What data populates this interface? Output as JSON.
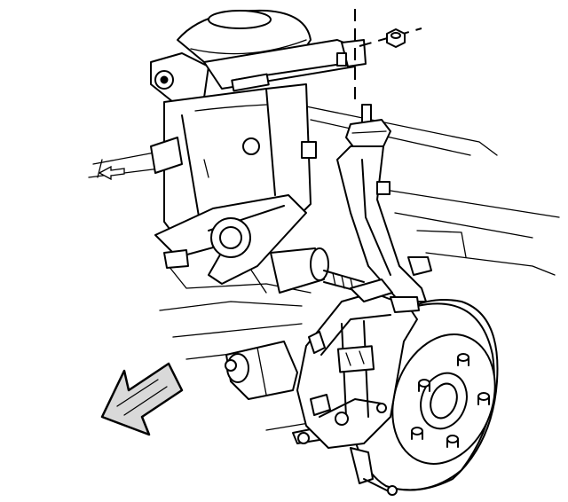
{
  "figure": {
    "components": [
      "frame-rail",
      "upper-control-arm",
      "steering-knuckle",
      "brake-rotor",
      "brake-caliper",
      "wheel-hub",
      "drive-axle",
      "lower-control-arm",
      "ball-joint",
      "nut"
    ],
    "direction_arrow": "forward-arrow-icon",
    "colors": {
      "line": "#000000",
      "background": "#ffffff",
      "arrow_fill": "#d9d9d9"
    }
  }
}
